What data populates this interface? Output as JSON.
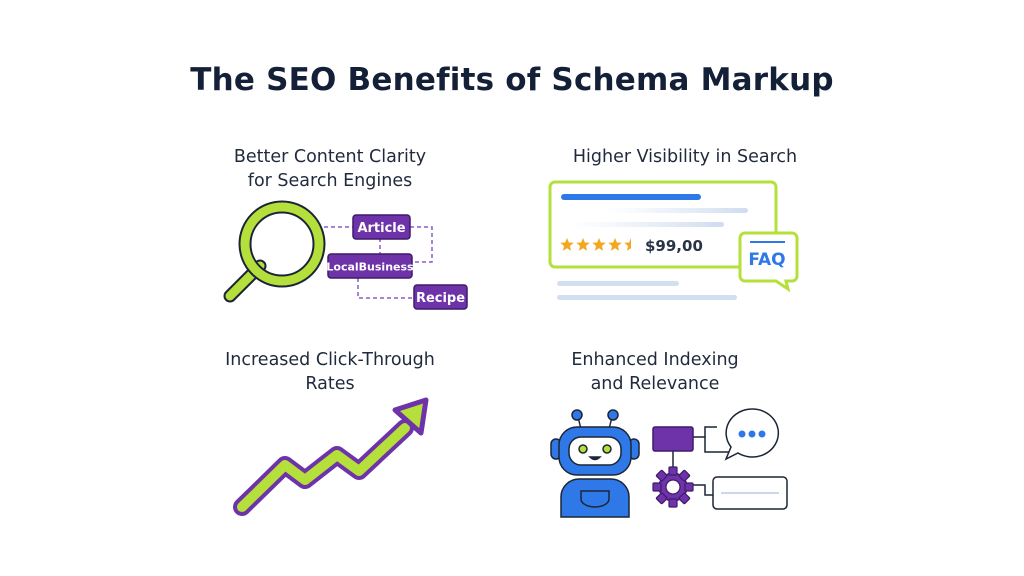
{
  "title": "The SEO Benefits of Schema Markup",
  "colors": {
    "lime": "#b5e03c",
    "purple": "#6e33a8",
    "blue": "#2f78e8",
    "dark": "#142038",
    "star": "#f5a623"
  },
  "benefits": [
    {
      "caption_lines": [
        "Better Content Clarity",
        "for Search Engines"
      ],
      "icon": "magnifier-icon",
      "schema_tags": [
        "Article",
        "LocalBusiness",
        "Recipe"
      ]
    },
    {
      "caption_lines": [
        "Higher Visibility in Search"
      ],
      "icon": "search-result-card-icon",
      "rating": {
        "stars": 4.5,
        "max": 5
      },
      "price": "$99,00",
      "badge": "FAQ"
    },
    {
      "caption_lines": [
        "Increased Click-Through",
        "Rates"
      ],
      "icon": "trend-up-arrow-icon"
    },
    {
      "caption_lines": [
        "Enhanced Indexing",
        "and Relevance"
      ],
      "icon": "robot-icon"
    }
  ]
}
